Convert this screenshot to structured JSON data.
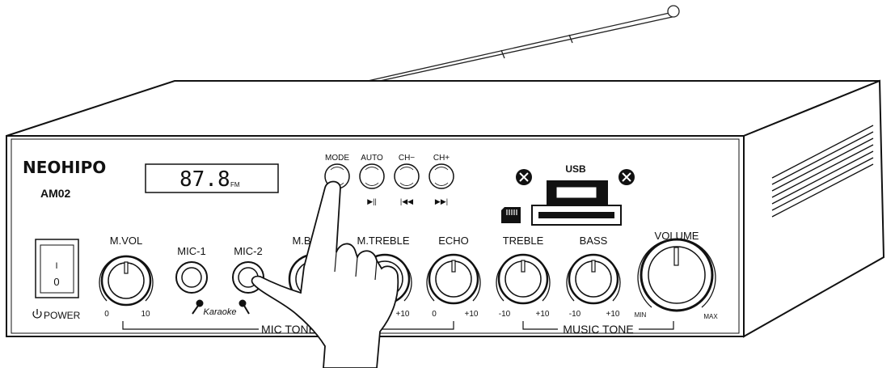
{
  "brand": {
    "name": "NEOHIPO",
    "model": "AM02"
  },
  "display": {
    "frequency": "87.8",
    "band": "FM"
  },
  "power": {
    "label": "POWER",
    "on_mark": "I",
    "off_mark": "0"
  },
  "buttons": [
    {
      "top": "MODE",
      "bottom": ""
    },
    {
      "top": "AUTO",
      "bottom": "▶||"
    },
    {
      "top": "CH−",
      "bottom": "|◀◀"
    },
    {
      "top": "CH+",
      "bottom": "▶▶|"
    }
  ],
  "usb": {
    "label": "USB"
  },
  "knobs": {
    "mvol": {
      "label": "M.VOL",
      "min": "0",
      "max": "10"
    },
    "mbass": {
      "label": "M.BASS"
    },
    "mtreble": {
      "label": "M.TREBLE",
      "max": "+10"
    },
    "echo": {
      "label": "ECHO",
      "min": "0",
      "max": "+10"
    },
    "treble": {
      "label": "TREBLE",
      "min": "-10",
      "max": "+10"
    },
    "bass": {
      "label": "BASS",
      "min": "-10",
      "max": "+10"
    },
    "volume": {
      "label": "VOLUME",
      "min": "MIN",
      "max": "MAX"
    }
  },
  "mic": {
    "mic1": "MIC-1",
    "mic2": "MIC-2",
    "karaoke": "Karaoke"
  },
  "groups": {
    "mic_tone": "MIC TONE",
    "music_tone": "MUSIC TONE"
  }
}
